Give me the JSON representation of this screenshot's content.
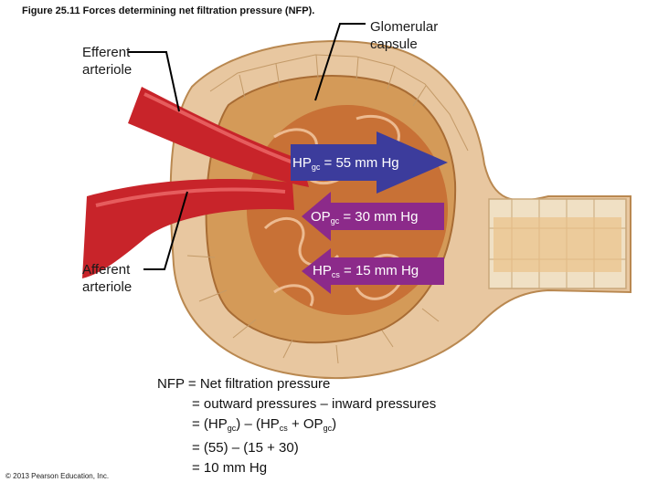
{
  "figure": {
    "title": "Figure 25.11 Forces determining net filtration pressure (NFP)."
  },
  "labels": {
    "efferent_line1": "Efferent",
    "efferent_line2": "arteriole",
    "afferent_line1": "Afferent",
    "afferent_line2": "arteriole",
    "capsule_line1": "Glomerular",
    "capsule_line2": "capsule"
  },
  "arrows": {
    "hpgc": {
      "prefix": "HP",
      "sub": "gc",
      "value": " = 55 mm Hg",
      "color": "#3c3c9c"
    },
    "opgc": {
      "prefix": "OP",
      "sub": "gc",
      "value": " = 30 mm Hg",
      "color": "#8c2a8a"
    },
    "hpcs": {
      "prefix": "HP",
      "sub": "cs",
      "value": " = 15 mm Hg",
      "color": "#8c2a8a"
    }
  },
  "equation": {
    "line1": "NFP = Net filtration pressure",
    "line2": "= outward pressures – inward pressures",
    "line3_a": "= (HP",
    "line3_sub1": "gc",
    "line3_b": ") – (HP",
    "line3_sub2": "cs",
    "line3_c": " + OP",
    "line3_sub3": "gc",
    "line3_d": ")",
    "line4": "= (55) – (15 + 30)",
    "line5": "= 10 mm Hg"
  },
  "copyright": "© 2013 Pearson Education, Inc.",
  "colors": {
    "capsule": "#e7c39a",
    "capsule_inner": "#d69a55",
    "vessel": "#c8242a",
    "glomerulus": "#c96a2e"
  }
}
